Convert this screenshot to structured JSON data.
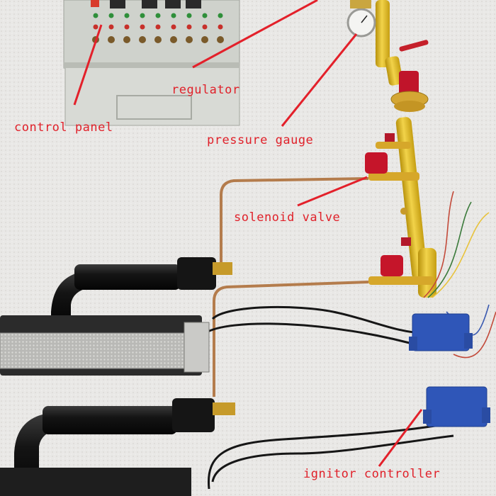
{
  "colors": {
    "label_text": "#e0212a",
    "pointer_line": "#e3202a",
    "cloth_background": "#e9e8e6",
    "panel_body": "#d6d8d3",
    "gas_pipe": "#e8c21c",
    "solenoid": "#c7152a",
    "burner": "#111111",
    "controller_box": "#2f56b8",
    "copper_tube": "#b47c4c"
  },
  "labels": {
    "control_panel": "control panel",
    "regulator": "regulator",
    "pressure_gauge": "pressure gauge",
    "solenoid_valve": "solenoid valve",
    "ignitor_controller": "ignitor controller"
  }
}
